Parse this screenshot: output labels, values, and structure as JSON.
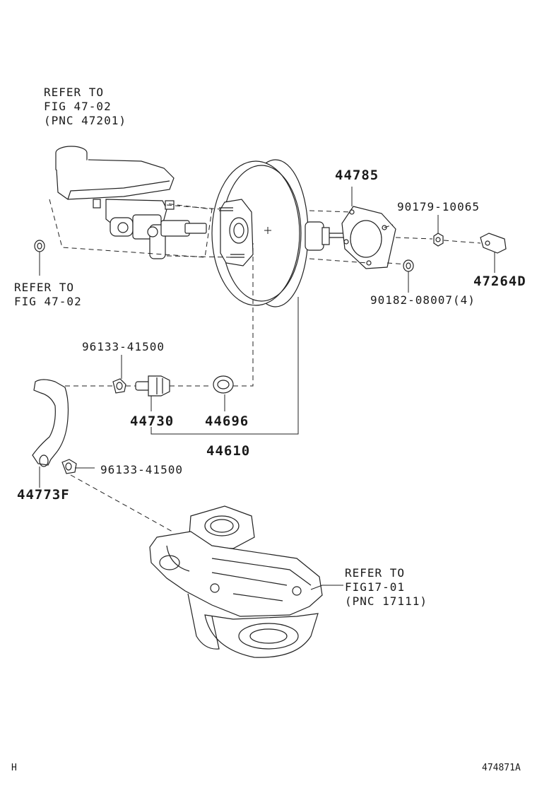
{
  "references": {
    "top_left_line1": "REFER TO",
    "top_left_line2": "FIG 47-02",
    "top_left_line3": "(PNC 47201)",
    "left_line1": "REFER TO",
    "left_line2": "FIG 47-02",
    "bottom_right_line1": "REFER TO",
    "bottom_right_line2": "FIG17-01",
    "bottom_right_line3": "(PNC 17111)"
  },
  "part_numbers": {
    "gasket": "44785",
    "nut": "90179-10065",
    "clevis": "47264D",
    "washer": "90182-08007(4)",
    "clip_top": "96133-41500",
    "check_valve": "44730",
    "grommet": "44696",
    "booster_assy": "44610",
    "clip_bottom": "96133-41500",
    "hose": "44773F"
  },
  "footer": {
    "left_mark": "H",
    "figure_id": "474871A"
  }
}
